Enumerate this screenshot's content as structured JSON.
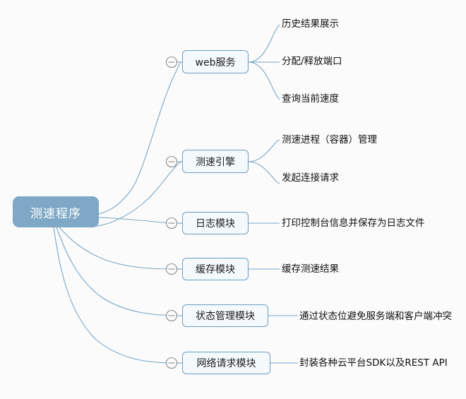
{
  "diagram": {
    "type": "mindmap",
    "background_color": "#fbfbfb",
    "root": {
      "label": "测速程序",
      "fill_color": "#7fa8c6",
      "text_color": "#ffffff"
    },
    "branch_style": {
      "fill_color": "#f4f9fc",
      "border_color": "#6f9dc0",
      "text_color": "#1d1d1d",
      "connector_color": "#7ba7c7",
      "toggle_icon": "collapse-minus-icon"
    },
    "branches": [
      {
        "label": "web服务",
        "children": [
          "历史结果展示",
          "分配/释放端口",
          "查询当前速度"
        ]
      },
      {
        "label": "测速引擎",
        "children": [
          "测速进程（容器）管理",
          "发起连接请求"
        ]
      },
      {
        "label": "日志模块",
        "children": [
          "打印控制台信息并保存为日志文件"
        ]
      },
      {
        "label": "缓存模块",
        "children": [
          "缓存测速结果"
        ]
      },
      {
        "label": "状态管理模块",
        "children": [
          "通过状态位避免服务端和客户端冲突"
        ]
      },
      {
        "label": "网络请求模块",
        "children": [
          "封装各种云平台SDK以及REST API"
        ]
      }
    ]
  }
}
